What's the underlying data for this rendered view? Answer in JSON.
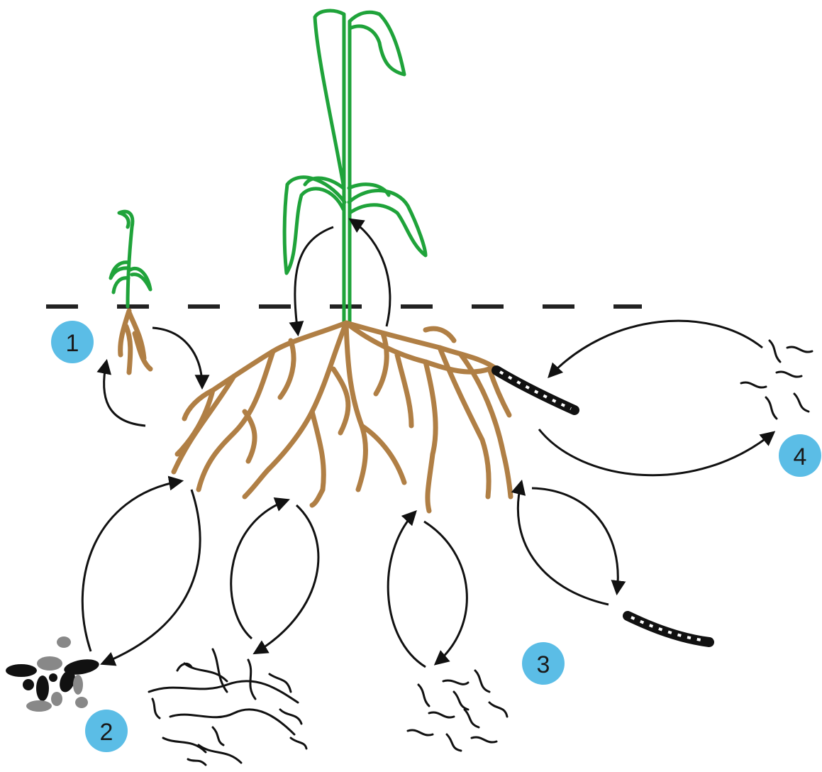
{
  "diagram": {
    "labels": [
      {
        "id": "label-1",
        "text": "1"
      },
      {
        "id": "label-2",
        "text": "2"
      },
      {
        "id": "label-3",
        "text": "3"
      },
      {
        "id": "label-4",
        "text": "4"
      }
    ],
    "colors": {
      "badge": "#5bbde6",
      "root": "#b07f45",
      "leaf": "#1fa33a",
      "arrow": "#111111",
      "soil_line": "#222222"
    },
    "icons": [
      "seedling-icon",
      "maize-plant-icon",
      "root-system-icon",
      "earthworm-icon",
      "soil-particles-icon",
      "fungal-hyphae-icon",
      "bacteria-icon"
    ]
  }
}
